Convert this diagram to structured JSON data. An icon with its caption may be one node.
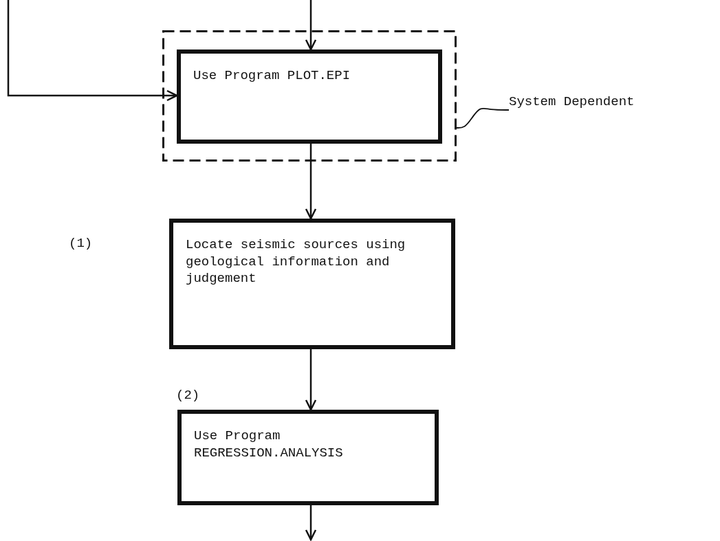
{
  "diagram": {
    "nodes": [
      {
        "text": [],
        "shape": "box"
      },
      {
        "text": [
          "Use Program PLOT.EPI"
        ],
        "in": 0
      },
      {
        "text": [
          "System Dependent"
        ]
      },
      {
        "text": [
          "Locate seismic sources using geological information and judgement"
        ]
      },
      {
        "text": [
          "Use Program REGRESSION.ANALYSIS"
        ],
        "beside": [
          "(2)"
        ]
      }
    ],
    "edges": [
      {
        "from": null,
        "to": 1,
        "arrow": "to"
      },
      {
        "from": null,
        "to": 1,
        "arrow": "to"
      },
      {
        "from": 1,
        "to": 3,
        "arrow": "to"
      },
      {
        "from": 3,
        "to": 4,
        "arrow": "to"
      },
      {
        "from": 4,
        "to": null,
        "arrow": "to"
      },
      {
        "from": 2,
        "to": 0,
        "arrow": "none"
      }
    ],
    "labels": [
      "(1)"
    ]
  }
}
